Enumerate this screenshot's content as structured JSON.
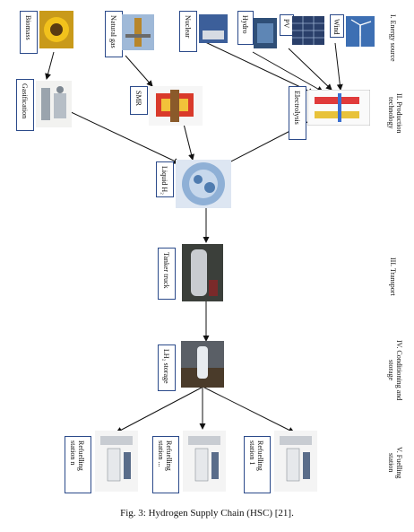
{
  "stages": {
    "s1": "I. Energy source",
    "s2": "II. Production technology",
    "s3": "III. Transport",
    "s4": "IV. Conditioning and storage",
    "s5": "V. Fuelling station"
  },
  "sources": {
    "biomass": "Biomass",
    "natural_gas": "Natural gas",
    "nuclear": "Nuclear",
    "hydro": "Hydro",
    "pv": "PV",
    "wind": "Wind"
  },
  "production": {
    "gasification": "Gasification",
    "smr": "SMR",
    "electrolysis": "Electrolysis"
  },
  "liquid_h2": "Liquid H₂",
  "transport": "Tanker truck",
  "storage": "LH₂ storage",
  "stations": {
    "n": "Refuelling station n",
    "mid": "Refuelling station ...",
    "one": "Refuelling station 1"
  },
  "caption": "Fig. 3: Hydrogen Supply Chain (HSC) [21]."
}
